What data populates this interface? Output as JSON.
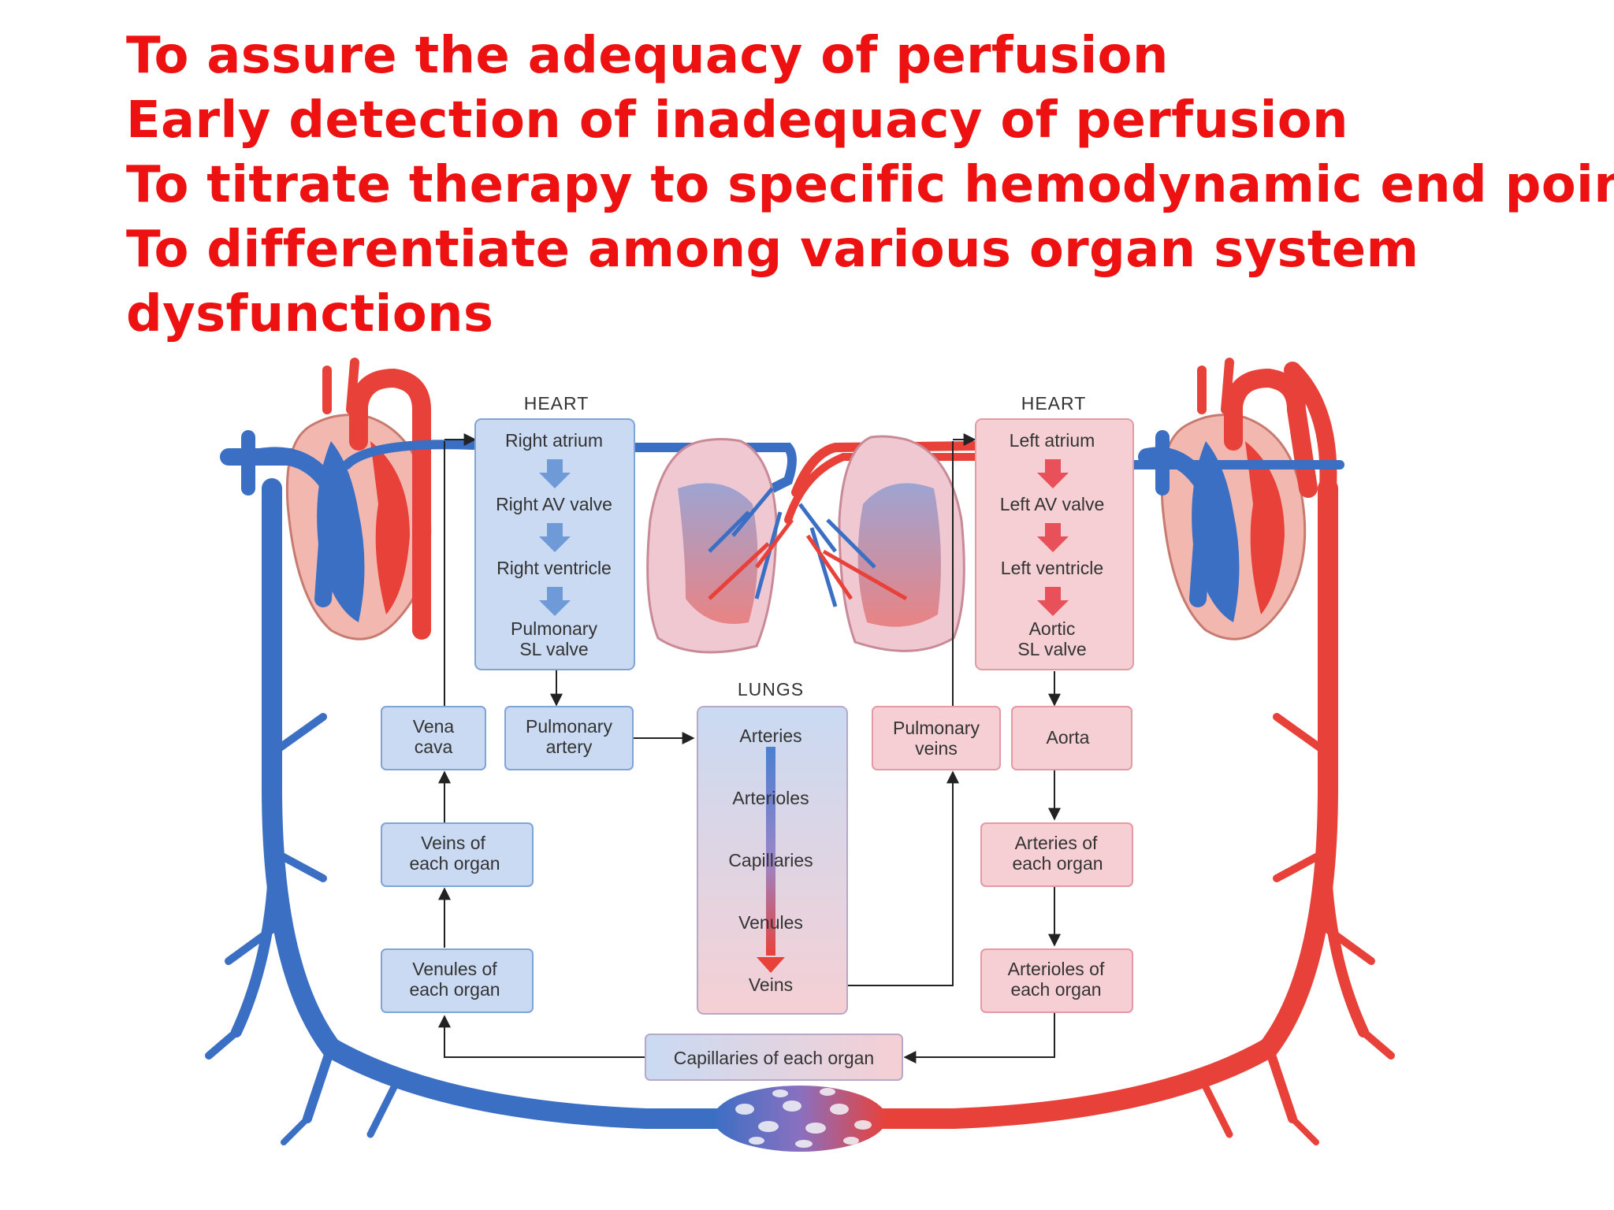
{
  "headline": {
    "line1": "To assure the adequacy of perfusion",
    "line2": "Early detection of inadequacy of perfusion",
    "line3": "To titrate therapy to specific hemodynamic end point",
    "line4": "To differentiate among various organ system",
    "line5": "dysfunctions",
    "color": "#ee1111"
  },
  "diagram": {
    "heart_right_title": "HEART",
    "heart_left_title": "HEART",
    "lungs_title": "LUNGS",
    "right_heart": {
      "atrium": "Right atrium",
      "av_valve": "Right AV valve",
      "ventricle": "Right ventricle",
      "sl_valve_1": "Pulmonary",
      "sl_valve_2": "SL valve"
    },
    "left_heart": {
      "atrium": "Left atrium",
      "av_valve": "Left AV valve",
      "ventricle": "Left ventricle",
      "sl_valve_1": "Aortic",
      "sl_valve_2": "SL valve"
    },
    "vena_cava_1": "Vena",
    "vena_cava_2": "cava",
    "pulmonary_artery_1": "Pulmonary",
    "pulmonary_artery_2": "artery",
    "pulmonary_veins_1": "Pulmonary",
    "pulmonary_veins_2": "veins",
    "aorta": "Aorta",
    "veins_organ_1": "Veins of",
    "veins_organ_2": "each organ",
    "venules_organ_1": "Venules of",
    "venules_organ_2": "each organ",
    "arteries_organ_1": "Arteries of",
    "arteries_organ_2": "each organ",
    "arterioles_organ_1": "Arterioles of",
    "arterioles_organ_2": "each organ",
    "lungs_steps": [
      "Arteries",
      "Arterioles",
      "Capillaries",
      "Venules",
      "Veins"
    ],
    "capillaries_organ": "Capillaries of each organ",
    "colors": {
      "deoxygenated": "#3b6fc4",
      "oxygenated": "#e8413a",
      "blue_box": "#c9daf2",
      "red_box": "#f5cfd4"
    }
  }
}
